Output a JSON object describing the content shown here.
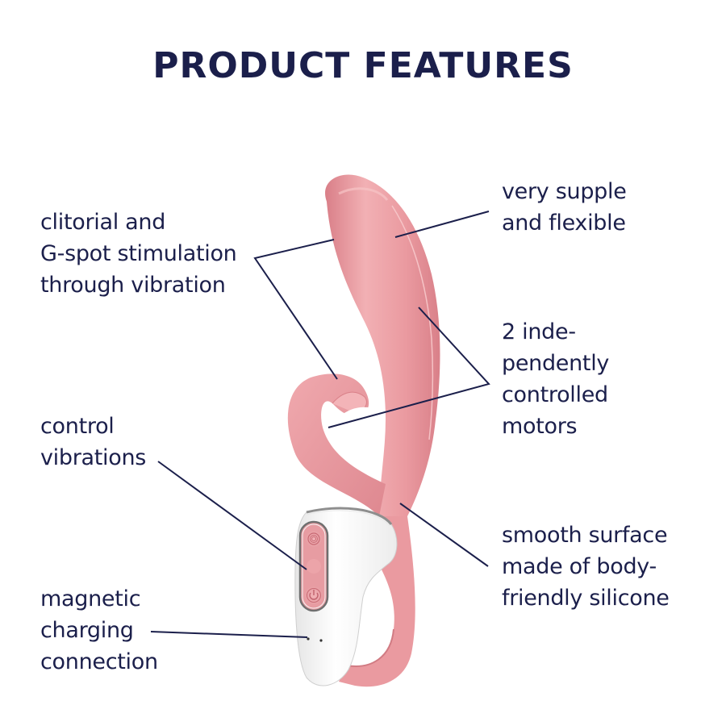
{
  "title": "PRODUCT FEATURES",
  "colors": {
    "text": "#1b1f4b",
    "product_pink": "#ea9aa0",
    "product_pink_light": "#f4b5b8",
    "product_pink_dark": "#d77f87",
    "handle_white": "#f4f4f4",
    "chrome": "#9a9a9a",
    "background": "#ffffff"
  },
  "callouts": {
    "stimulation": {
      "lines": [
        "clitorial and",
        "G-spot stimulation",
        "through vibration"
      ]
    },
    "supple": {
      "lines": [
        "very supple",
        "and flexible"
      ]
    },
    "motors": {
      "lines": [
        "2 inde-",
        "pendently",
        "controlled",
        "motors"
      ]
    },
    "control": {
      "lines": [
        "control",
        "vibrations"
      ]
    },
    "surface": {
      "lines": [
        "smooth surface",
        "made of body-",
        "friendly silicone"
      ]
    },
    "charging": {
      "lines": [
        "magnetic",
        "charging",
        "connection"
      ]
    }
  },
  "product": {
    "buttons": [
      {
        "name": "mode-button",
        "icon": "concentric-circles-icon"
      },
      {
        "name": "center-button",
        "icon": "dot-icon"
      },
      {
        "name": "power-button",
        "icon": "power-icon"
      }
    ]
  }
}
